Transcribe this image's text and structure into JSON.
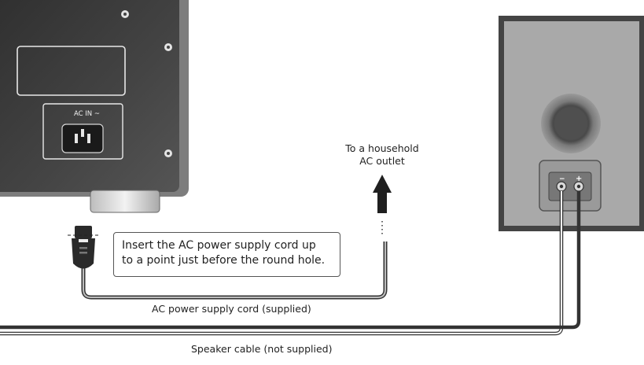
{
  "labels": {
    "ac_in": "AC IN ~",
    "outlet_line1": "To a household",
    "outlet_line2": "AC outlet",
    "callout_line1": "Insert the AC power supply cord up",
    "callout_line2": "to a point just before the round hole.",
    "power_cord": "AC power supply cord (supplied)",
    "speaker_cable": "Speaker cable (not supplied)",
    "terminal_minus": "−",
    "terminal_plus": "+"
  },
  "icons": [
    "screw-icon",
    "ac-inlet-icon",
    "power-plug-icon",
    "up-arrow-icon",
    "speaker-woofer-icon"
  ],
  "colors": {
    "unit_dark": "#3b3b3b",
    "unit_edge": "#8a8a8a",
    "speaker_face": "#a9a9a9",
    "cable": "#333333"
  }
}
